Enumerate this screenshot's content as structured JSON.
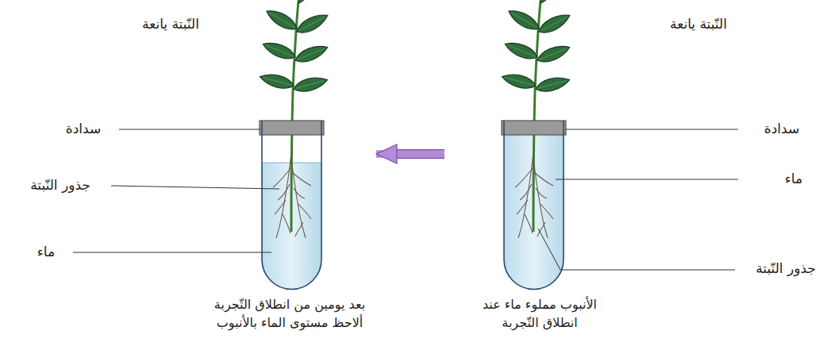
{
  "diagram": {
    "nodes": [
      {
        "text": [
          "النّبتة يانعة",
          "الأنبوب مملوء ماء عند انطلاق التّجربة"
        ]
      },
      {
        "text": [
          "النّبتة يانعة",
          "بعد يومين من انطلاق التّجربة ألاحظ مستوى الماء بالأنبوب"
        ]
      }
    ],
    "edges": [
      {
        "from": 0,
        "to": 1,
        "arrow": "to"
      }
    ],
    "labels": [
      "سدادة",
      "ماء",
      "جذور النّبتة",
      "سدادة",
      "جذور النّبتة",
      "ماء"
    ]
  }
}
